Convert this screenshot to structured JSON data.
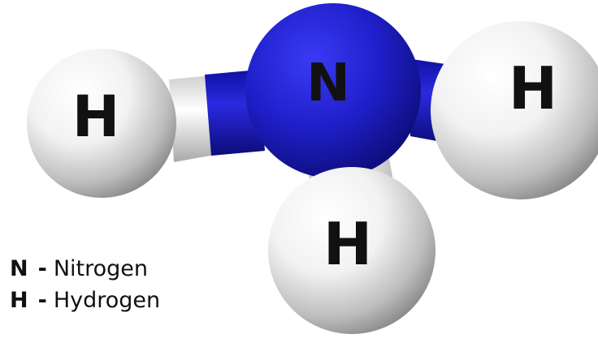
{
  "atoms": [
    {
      "symbol": "N",
      "element": "Nitrogen",
      "color": "#1c1ccf"
    },
    {
      "symbol": "H",
      "element": "Hydrogen",
      "color": "#ffffff"
    },
    {
      "symbol": "H",
      "element": "Hydrogen",
      "color": "#ffffff"
    },
    {
      "symbol": "H",
      "element": "Hydrogen",
      "color": "#ffffff"
    }
  ],
  "legend": [
    {
      "symbol": "N",
      "dash": "-",
      "name": "Nitrogen"
    },
    {
      "symbol": "H",
      "dash": "-",
      "name": "Hydrogen"
    }
  ]
}
